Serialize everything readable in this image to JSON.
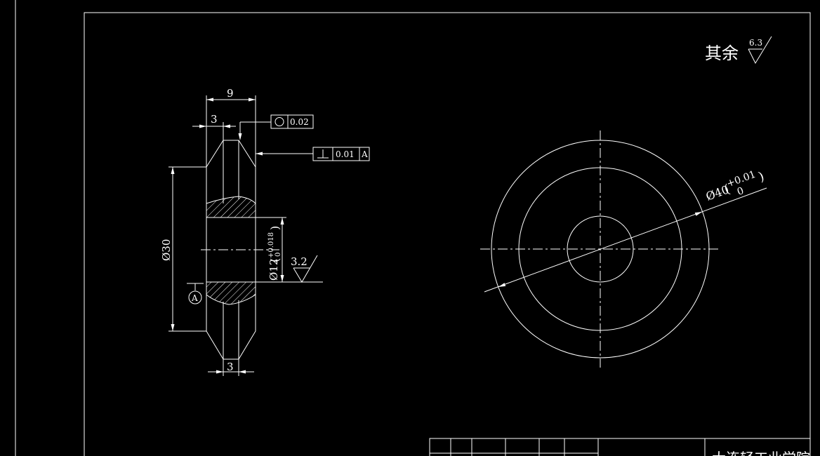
{
  "drawing": {
    "colors": {
      "background": "#000000",
      "line": "#ffffff"
    },
    "roughness_note": {
      "label": "其余",
      "value": "6.3"
    },
    "section_view": {
      "dim_width_total": "9",
      "dim_chamfer_top": "3",
      "dim_chamfer_bottom": "3",
      "dim_outer_diameter": "Ø30",
      "dim_bore_diameter": "Ø12",
      "dim_bore_tol_upper": "+0.018",
      "dim_bore_tol_lower": "0",
      "roughness_bore": "3.2",
      "tol_roundness": {
        "symbol": "○",
        "value": "0.02"
      },
      "tol_perpendicularity": {
        "symbol": "⊥",
        "value": "0.01",
        "datum": "A"
      },
      "datum_label": "A"
    },
    "front_view": {
      "dim_diameter": "Ø40",
      "dim_tol_upper": "+0.01",
      "dim_tol_lower": "0"
    },
    "title_block": {
      "school_partial": "大连轻工业学院"
    }
  }
}
